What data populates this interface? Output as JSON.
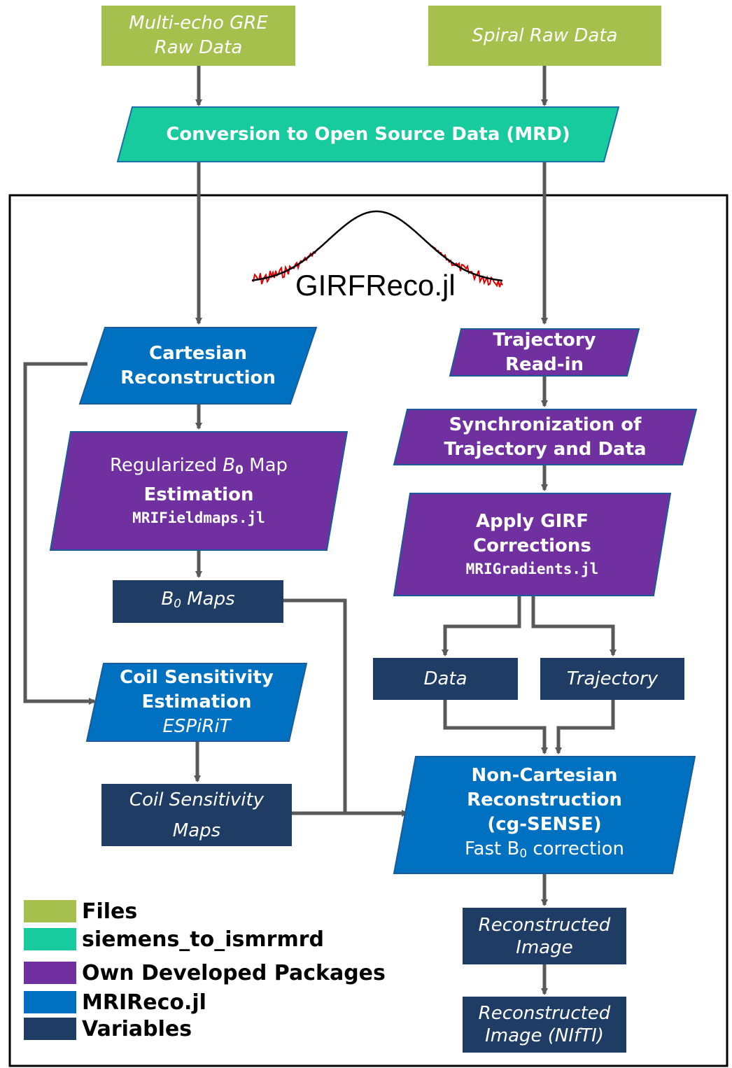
{
  "title": "GIRFReco.jl",
  "colors": {
    "files": "#A5C04D",
    "conversion": "#17CB9E",
    "own": "#7030A0",
    "mrireco": "#0070C0",
    "variables": "#1F3C64",
    "connector": "#595959",
    "frame": "#000000",
    "curve_noise": "#E00000"
  },
  "nodes": {
    "gre_raw": {
      "line1": "Multi-echo GRE",
      "line2": "Raw Data"
    },
    "spiral_raw": {
      "line1": "Spiral Raw Data"
    },
    "conversion": {
      "line1": "Conversion to Open Source Data (MRD)"
    },
    "cartesian": {
      "line1": "Cartesian",
      "line2": "Reconstruction"
    },
    "b0_est": {
      "line1_pre": "Regularized ",
      "line1_sym": "B",
      "line1_sub": "0",
      "line1_post": " Map",
      "line2": "Estimation",
      "package": "MRIFieldmaps.jl"
    },
    "b0_maps": {
      "sym": "B",
      "sub": "0",
      "post": " Maps"
    },
    "coil_est": {
      "line1": "Coil Sensitivity",
      "line2": "Estimation",
      "line3": "ESPiRiT"
    },
    "coil_maps": {
      "line1": "Coil Sensitivity",
      "line2": "Maps"
    },
    "traj_read": {
      "line1": "Trajectory",
      "line2": "Read-in"
    },
    "sync": {
      "line1": "Synchronization of",
      "line2": "Trajectory and Data"
    },
    "girf": {
      "line1": "Apply GIRF",
      "line2": "Corrections",
      "package": "MRIGradients.jl"
    },
    "data": {
      "line1": "Data"
    },
    "trajectory": {
      "line1": "Trajectory"
    },
    "noncart": {
      "line1": "Non-Cartesian",
      "line2": "Reconstruction",
      "line3": "(cg-SENSE)",
      "line4_pre": "Fast B",
      "line4_sub": "0",
      "line4_post": " correction"
    },
    "recon_img": {
      "line1": "Reconstructed",
      "line2": "Image"
    },
    "recon_nifti": {
      "line1": "Reconstructed",
      "line2": "Image (NIfTI)"
    }
  },
  "legend": [
    {
      "label": "Files",
      "color": "#A5C04D"
    },
    {
      "label": "siemens_to_ismrmrd",
      "color": "#17CB9E"
    },
    {
      "label": "Own Developed Packages",
      "color": "#7030A0"
    },
    {
      "label": "MRIReco.jl",
      "color": "#0070C0"
    },
    {
      "label": "Variables",
      "color": "#1F3C64"
    }
  ]
}
